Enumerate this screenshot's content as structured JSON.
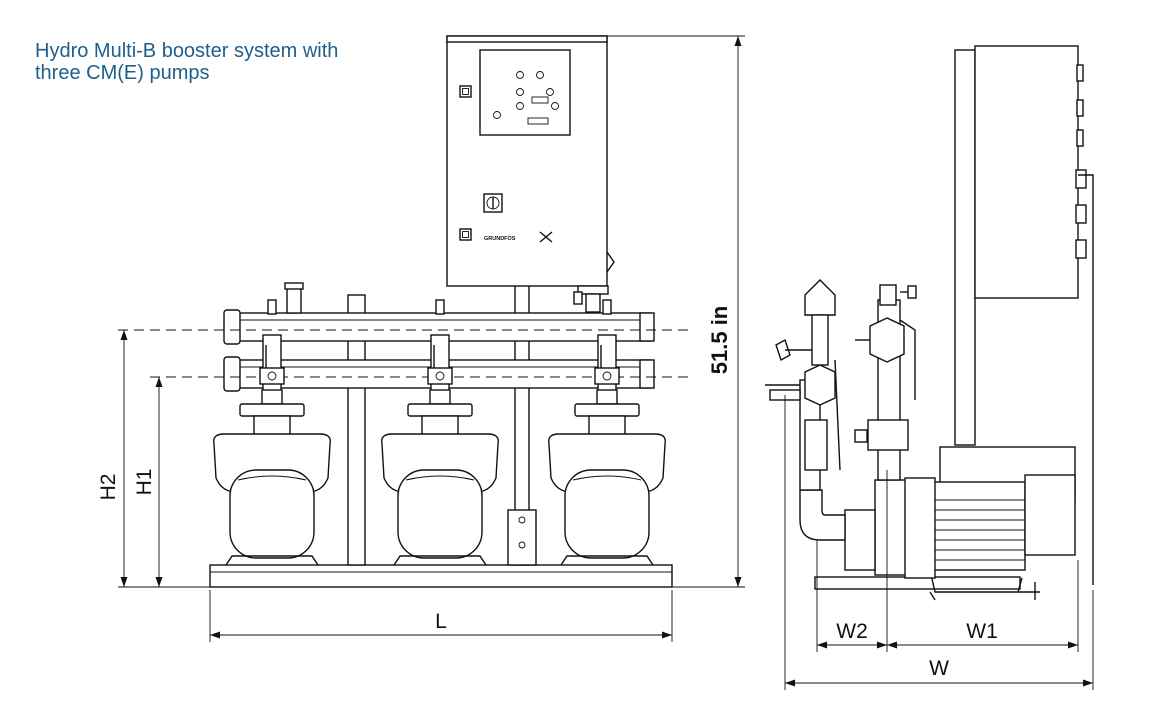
{
  "title": {
    "line1": "Hydro Multi-B booster system with",
    "line2": "three CM(E) pumps"
  },
  "dimensions": {
    "height_label": "51.5 in",
    "L": "L",
    "H1": "H1",
    "H2": "H2",
    "W": "W",
    "W1": "W1",
    "W2": "W2"
  },
  "brand_mark": "GRUNDFOS",
  "colors": {
    "title": "#1f5f8b",
    "line": "#111111"
  }
}
